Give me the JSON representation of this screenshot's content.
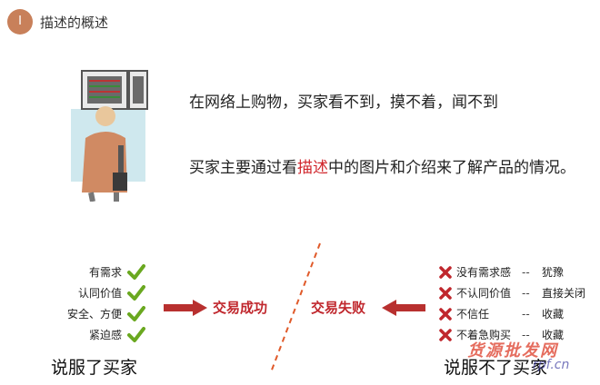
{
  "header": {
    "section_number": "I",
    "title": "描述的概述"
  },
  "intro": {
    "line1": "在网络上购物，买家看不到，摸不着，闻不到",
    "line2_before": "买家主要通过看",
    "line2_highlight": "描述",
    "line2_after": "中的图片和介绍来了解产品的情况。"
  },
  "left_list": {
    "items": [
      "有需求",
      "认同价值",
      "安全、方便",
      "紧迫感"
    ],
    "footer": "说服了买家"
  },
  "flow": {
    "success_label": "交易成功",
    "fail_label": "交易失败"
  },
  "right_list": {
    "items": [
      {
        "reason": "没有需求感",
        "sep": "--",
        "result": "犹豫"
      },
      {
        "reason": "不认同价值",
        "sep": "--",
        "result": "直接关闭"
      },
      {
        "reason": "不信任",
        "sep": "--",
        "result": "收藏"
      },
      {
        "reason": "不着急购买",
        "sep": "--",
        "result": "收藏"
      }
    ],
    "footer": "说服不了买家"
  },
  "watermark": {
    "text": "货源批发网",
    "domain": "rpf.cn"
  },
  "colors": {
    "accent_red": "#c0272d",
    "check_green": "#6aa820",
    "badge": "#c8805a"
  },
  "icons": {
    "check": "check-icon",
    "cross": "cross-icon",
    "arrow": "arrow-icon"
  }
}
